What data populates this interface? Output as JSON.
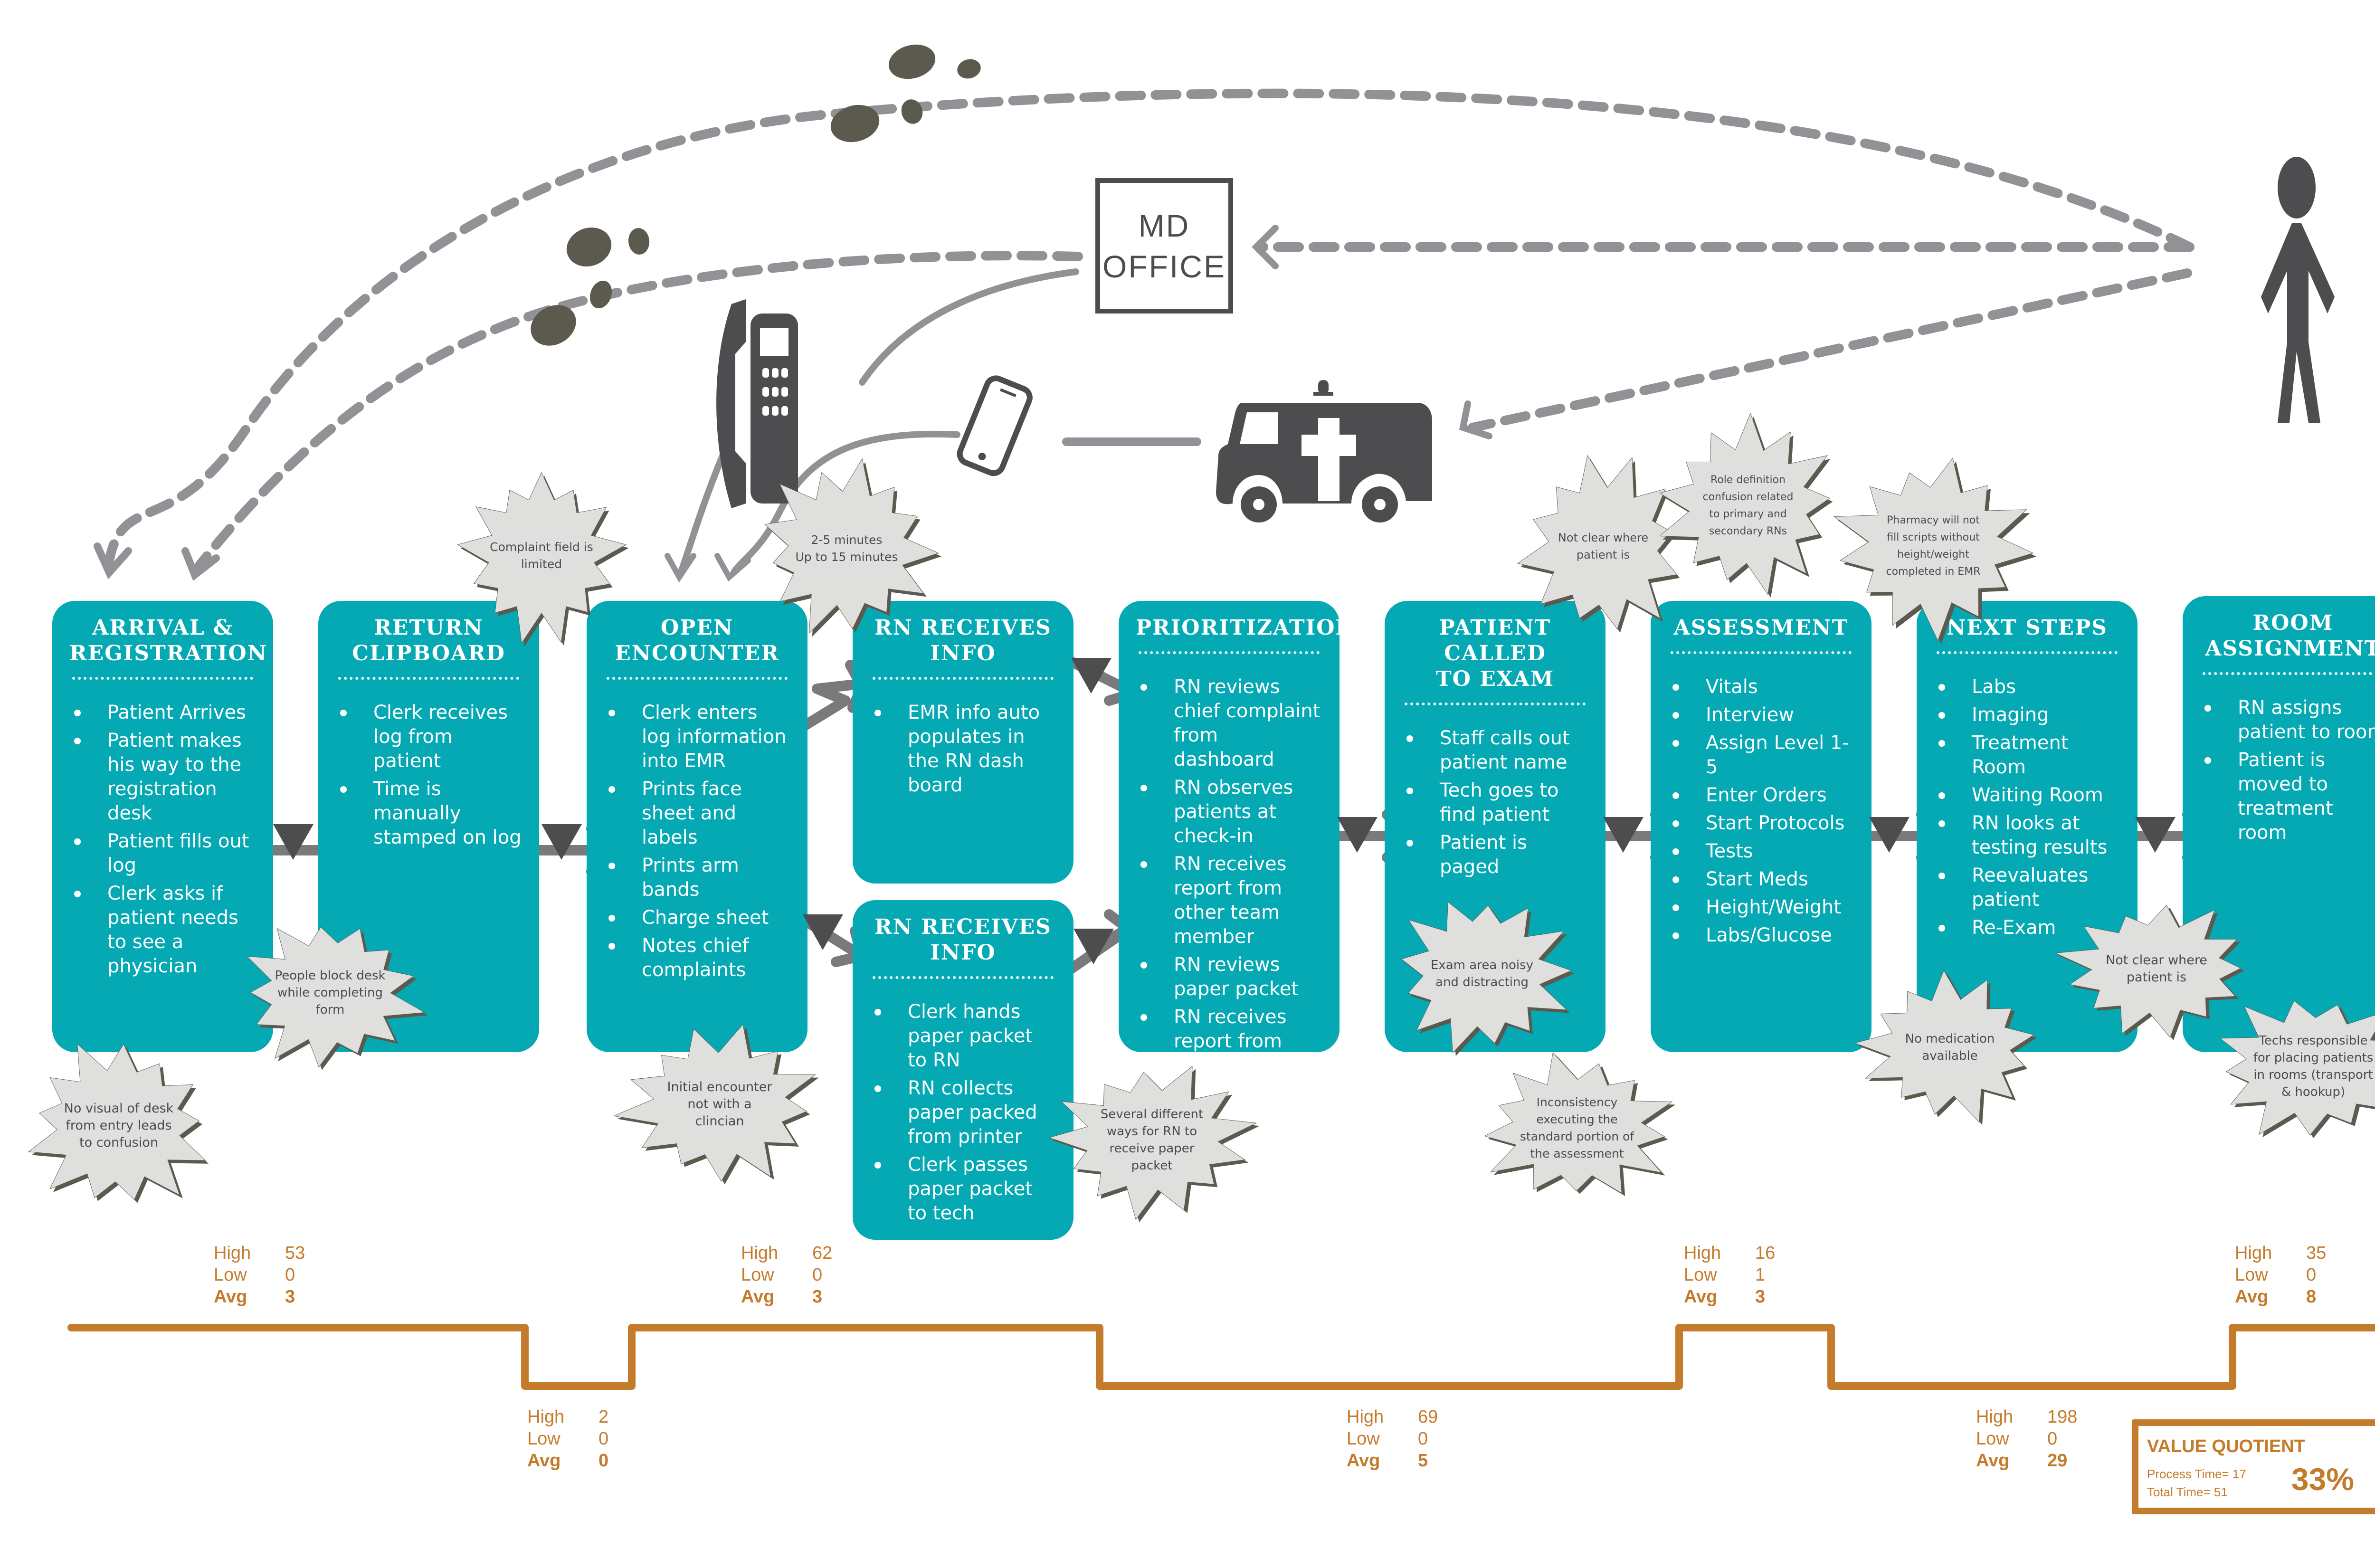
{
  "diagram": {
    "type": "value-stream-map",
    "colors": {
      "step_box": "#04a9b4",
      "connector_gray": "#919295",
      "icon_dark": "#4d4d4f",
      "footprint": "#5c5a4e",
      "burst_fill": "#dfe0de",
      "burst_stroke": "#5c5a4e",
      "timeline": "#c47c2c"
    }
  },
  "top": {
    "md_office_label": "MD\nOFFICE",
    "icons": [
      "footprints-icon",
      "footprints-icon",
      "desk-phone-icon",
      "mobile-phone-icon",
      "ambulance-icon",
      "person-icon"
    ]
  },
  "steps": [
    {
      "id": "arrival",
      "title": "ARRIVAL &\nREGISTRATION",
      "items": [
        "Patient Arrives",
        "Patient makes his way to the registration desk",
        "Patient fills out log",
        "Clerk asks if patient needs to see a physician"
      ]
    },
    {
      "id": "return-clipboard",
      "title": "RETURN\nCLIPBOARD",
      "items": [
        "Clerk receives log from patient",
        "Time is manually stamped on log"
      ]
    },
    {
      "id": "open-encounter",
      "title": "OPEN\nENCOUNTER",
      "items": [
        "Clerk enters log information into EMR",
        "Prints face sheet and labels",
        "Prints arm bands",
        "Charge sheet",
        "Notes chief complaints"
      ]
    },
    {
      "id": "rn-receives-info-1",
      "title": "RN RECEIVES\nINFO",
      "items": [
        "EMR info auto populates in the RN dash board"
      ]
    },
    {
      "id": "rn-receives-info-2",
      "title": "RN RECEIVES\nINFO",
      "items": [
        "Clerk hands paper packet to RN",
        "RN collects paper packed from printer",
        "Clerk passes paper packet to tech"
      ]
    },
    {
      "id": "prioritization",
      "title": "PRIORITIZATION",
      "items": [
        "RN reviews chief complaint from dashboard",
        "RN observes patients at check-in",
        "RN receives report from other team member",
        "RN reviews paper packet",
        "RN receives report from visitor"
      ]
    },
    {
      "id": "patient-called",
      "title": "PATIENT CALLED\nTO EXAM",
      "items": [
        "Staff calls out patient name",
        "Tech goes to find patient",
        "Patient is paged"
      ]
    },
    {
      "id": "assessment",
      "title": "ASSESSMENT",
      "items": [
        "Vitals",
        "Interview",
        "Assign Level 1-5",
        "Enter Orders",
        "Start Protocols",
        "Tests",
        "Start Meds",
        "Height/Weight",
        "Labs/Glucose"
      ]
    },
    {
      "id": "next-steps",
      "title": "NEXT STEPS",
      "items": [
        "Labs",
        "Imaging",
        "Treatment Room",
        "Waiting Room",
        "RN looks at testing results",
        "Reevaluates patient",
        "Re-Exam"
      ]
    },
    {
      "id": "room-assignment",
      "title": "ROOM\nASSIGNMENT",
      "items": [
        "RN assigns patient to room",
        "Patient is moved to treatment room"
      ]
    }
  ],
  "issues": [
    "Complaint field is\nlimited",
    "2-5 minutes\nUp to 15 minutes",
    "Not clear where\npatient is",
    "Role definition\nconfusion related\nto primary and\nsecondary RNs",
    "Pharmacy will not\nfill scripts without\nheight/weight\ncompleted in EMR",
    "People block desk\nwhile completing\nform",
    "No visual of desk\nfrom entry leads\nto confusion",
    "Initial encounter\nnot with a\nclincian",
    "Several different\nways for RN to\nreceive paper\npacket",
    "Exam area noisy\nand distracting",
    "Inconsistency\nexecuting the\nstandard portion of\nthe assessment",
    "No medication\navailable",
    "Not clear where\npatient is",
    "Techs responsible\nfor placing patients\nin rooms (transport\n& hookup)"
  ],
  "timeline": {
    "labels": {
      "high": "High",
      "low": "Low",
      "avg": "Avg"
    },
    "process_times": [
      {
        "step": "Arrival & Registration",
        "high": "53",
        "low": "0",
        "avg": "3"
      },
      {
        "step": "Open Encounter",
        "high": "62",
        "low": "0",
        "avg": "3"
      },
      {
        "step": "Assessment",
        "high": "16",
        "low": "1",
        "avg": "3"
      },
      {
        "step": "Room Assignment",
        "high": "35",
        "low": "0",
        "avg": "8"
      }
    ],
    "wait_times": [
      {
        "between": "Arrival → Open Encounter",
        "high": "2",
        "low": "0",
        "avg": "0"
      },
      {
        "between": "Prioritization → Patient Called",
        "high": "69",
        "low": "0",
        "avg": "5"
      },
      {
        "between": "Next Steps → Room Assignment",
        "high": "198",
        "low": "0",
        "avg": "29"
      }
    ]
  },
  "value_quotient": {
    "title": "VALUE QUOTIENT",
    "process_time": "Process Time= 17",
    "total_time": "Total Time= 51",
    "percent": "33%"
  }
}
